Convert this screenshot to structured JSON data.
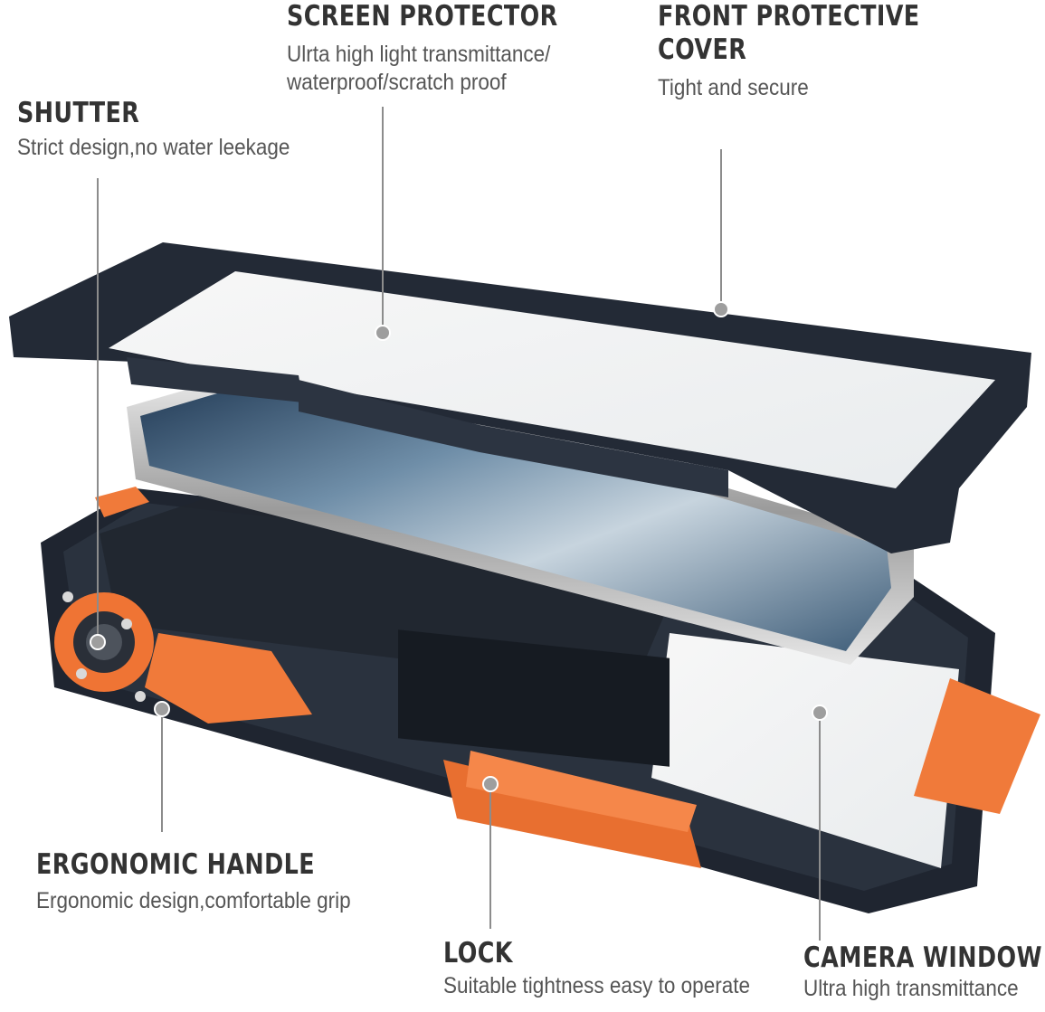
{
  "labels": {
    "screen_protector": {
      "title": "SCREEN PROTECTOR",
      "desc_line1": "Ulrta high light transmittance/",
      "desc_line2": "waterproof/scratch proof"
    },
    "front_cover": {
      "title_line1": "FRONT PROTECTIVE",
      "title_line2": "COVER",
      "desc": "Tight and secure"
    },
    "shutter": {
      "title": "SHUTTER",
      "desc": "Strict design,no water leekage"
    },
    "ergonomic_handle": {
      "title": "ERGONOMIC HANDLE",
      "desc": "Ergonomic design,comfortable grip"
    },
    "lock": {
      "title": "LOCK",
      "desc": "Suitable tightness easy to operate"
    },
    "camera_window": {
      "title": "CAMERA WINDOW",
      "desc": "Ultra high transmittance"
    }
  },
  "colors": {
    "frame_navy": "#232a36",
    "accent_orange": "#f07a3a",
    "leader_gray": "#8c8c8c",
    "title_text": "#333333",
    "desc_text": "#555555"
  }
}
